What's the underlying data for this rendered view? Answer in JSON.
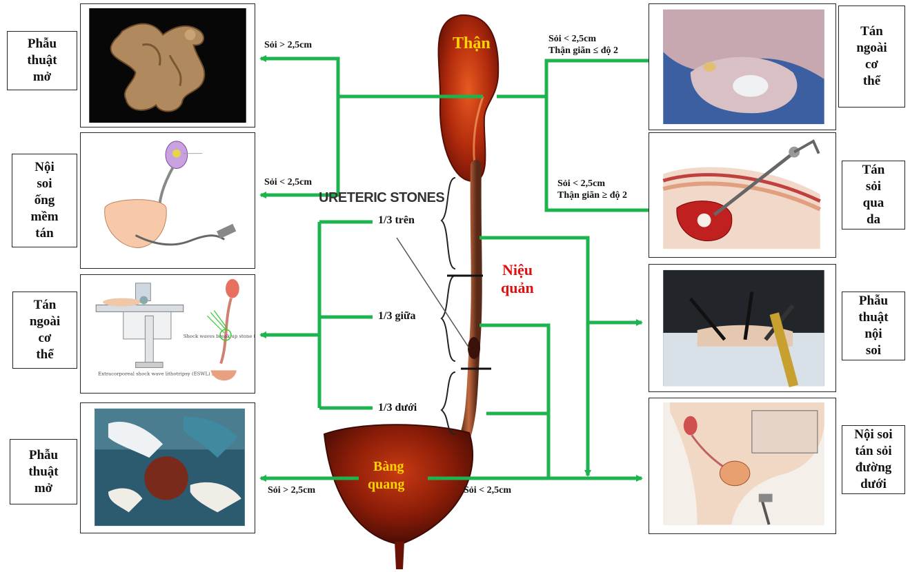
{
  "labels": {
    "left_1": "Phẫu\nthuật\nmở",
    "left_2": "Nội\nsoi\nống\nmềm\ntán",
    "left_3": "Tán\nngoài\ncơ\nthể",
    "left_4": "Phẫu\nthuật\nmở",
    "right_1": "Tán\nngoài\ncơ\nthể",
    "right_2": "Tán\nsỏi\nqua\nda",
    "right_3": "Phẫu\nthuật\nnội\nsoi",
    "right_4": "Nội soi\ntán sỏi\nđường\ndưới"
  },
  "organs": {
    "kidney": "Thận",
    "ureter_line1": "Niệu",
    "ureter_line2": "quản",
    "bladder_line1": "Bàng",
    "bladder_line2": "quang",
    "ureteric_stones": "URETERIC STONES"
  },
  "segments": {
    "upper": "1/3 trên",
    "middle": "1/3 giữa",
    "lower": "1/3 dưới"
  },
  "conditions": {
    "kidney_gt": "Sỏi > 2,5cm",
    "kidney_lt": "Sỏi < 2,5cm",
    "kidney_right_1a": "Sỏi < 2,5cm",
    "kidney_right_1b": "Thận giãn ≤ độ 2",
    "kidney_right_2a": "Sỏi  < 2,5cm",
    "kidney_right_2b": "Thận giãn ≥ độ 2",
    "bladder_gt": "Sỏi  > 2,5cm",
    "bladder_lt": "Sỏi  < 2,5cm"
  },
  "image_captions": {
    "eswl_machine": "Extracorporeal shock wave lithotripsy (ESWL) machine",
    "shock_waves": "Shock waves break up stone in ureter"
  },
  "colors": {
    "arrow": "#1db34f",
    "kidney_label": "#ffd400",
    "ureter_label": "#e01010",
    "organ_fill": "#8b1a0a"
  }
}
